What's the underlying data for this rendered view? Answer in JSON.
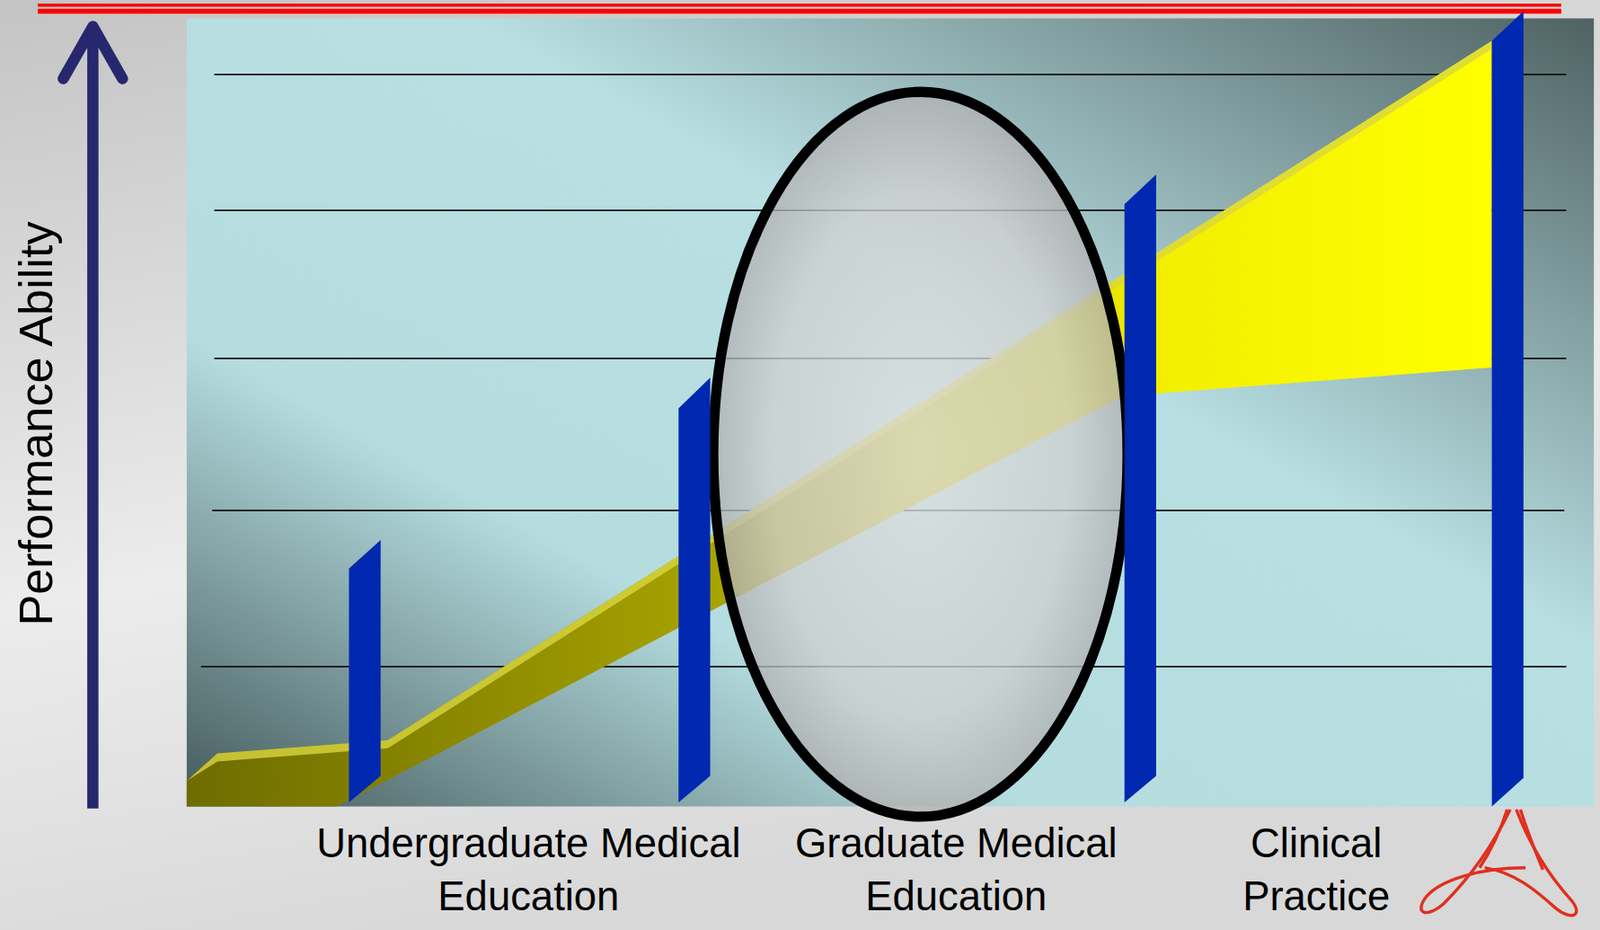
{
  "diagram": {
    "labels": [
      "Performance Ability",
      "Undergraduate Medical Education",
      "Graduate Medical Education",
      "Clinical Practice"
    ]
  }
}
